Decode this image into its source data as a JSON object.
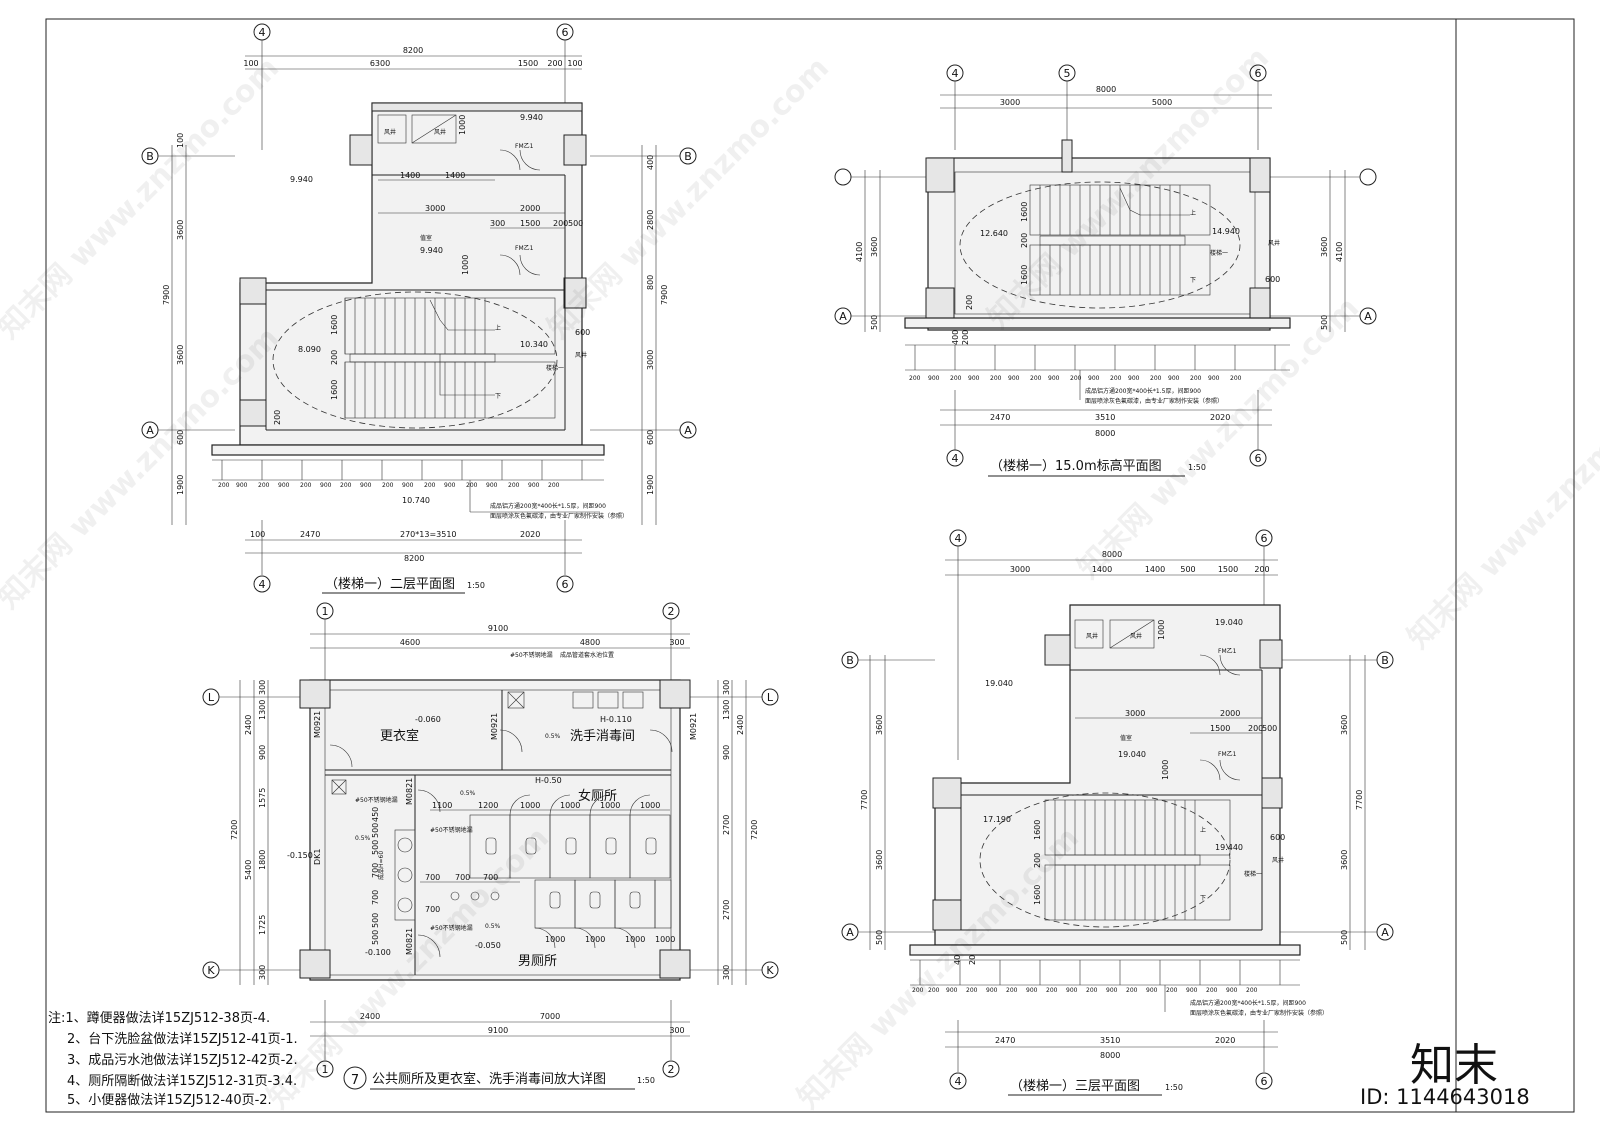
{
  "plan_second_floor": {
    "title": "（楼梯一）二层平面图",
    "scale": "1:50",
    "axes": {
      "top_left": "4",
      "top_right": "6",
      "side_upper": "B",
      "side_lower": "A"
    },
    "dims_top": [
      "8200",
      "100",
      "6300",
      "1500",
      "200",
      "100"
    ],
    "dims_bottom": [
      "100",
      "2470",
      "270*13=3510",
      "2020",
      "8200"
    ],
    "dims_side_left": [
      "100",
      "3600",
      "7900",
      "3600",
      "600",
      "1900"
    ],
    "dims_side_right": [
      "400",
      "2800",
      "800",
      "7900",
      "3000",
      "600",
      "1900"
    ],
    "inner_dims": [
      "1400",
      "1400",
      "3000",
      "2000",
      "300",
      "1500",
      "200",
      "500",
      "1000",
      "1000",
      "1600",
      "200",
      "1600",
      "600",
      "200"
    ],
    "elevations": [
      "9.940",
      "9.940",
      "9.940",
      "8.090",
      "10.340",
      "10.740"
    ],
    "room_labels": [
      "风井",
      "风井",
      "FM乙1",
      "FM乙1",
      "值室",
      "风井",
      "楼梯一",
      "上",
      "下"
    ],
    "rail_ticks": [
      "200",
      "900",
      "200",
      "900",
      "200",
      "900",
      "200",
      "900",
      "200",
      "900",
      "200",
      "900",
      "200",
      "900",
      "200",
      "900",
      "200"
    ],
    "rail_notes": [
      "成品铝方通200宽*400长*1.5厚，间距900",
      "面层喷涂灰色氟碳漆，由专业厂家制作安装（参照）"
    ]
  },
  "plan_15m": {
    "title": "（楼梯一）15.0m标高平面图",
    "scale": "1:50",
    "axes": {
      "top": [
        "4",
        "5",
        "6"
      ],
      "bottom": [
        "4",
        "6"
      ],
      "side": "A"
    },
    "dims_top": [
      "8000",
      "3000",
      "5000"
    ],
    "dims_bottom": [
      "2470",
      "3510",
      "2020",
      "8000"
    ],
    "dims_side": [
      "4100",
      "3600",
      "500"
    ],
    "elevations": [
      "12.640",
      "14.940"
    ],
    "room_labels": [
      "上",
      "下",
      "楼梯一",
      "风井"
    ],
    "inner_dims": [
      "1600",
      "200",
      "1600",
      "600",
      "200",
      "400",
      "200"
    ],
    "rail_ticks": [
      "200",
      "900",
      "200",
      "900",
      "200",
      "900",
      "200",
      "900",
      "200",
      "900",
      "200",
      "900",
      "200",
      "900",
      "200",
      "900",
      "200"
    ],
    "rail_notes": [
      "成品铝方通200宽*400长*1.5厚，间距900",
      "面层喷涂灰色氟碳漆，由专业厂家制作安装（参照）"
    ]
  },
  "plan_third_floor": {
    "title": "（楼梯一）三层平面图",
    "scale": "1:50",
    "axes": {
      "top_left": "4",
      "top_right": "6",
      "side_upper": "B",
      "side_lower": "A"
    },
    "dims_top": [
      "8000",
      "3000",
      "1400",
      "1400",
      "500",
      "1500",
      "200"
    ],
    "dims_bottom": [
      "2470",
      "3510",
      "2020",
      "8000"
    ],
    "dims_side": [
      "3600",
      "7700",
      "3600",
      "500"
    ],
    "elevations": [
      "19.040",
      "19.040",
      "19.040",
      "17.190",
      "19.440"
    ],
    "room_labels": [
      "风井",
      "风井",
      "FM乙1",
      "FM乙1",
      "值室",
      "风井",
      "楼梯一",
      "上",
      "下"
    ],
    "inner_dims": [
      "3000",
      "2000",
      "1500",
      "200",
      "500",
      "1000",
      "1000",
      "1600",
      "200",
      "1600",
      "600",
      "400",
      "200"
    ],
    "rail_ticks": [
      "200",
      "200",
      "900",
      "200",
      "900",
      "200",
      "900",
      "200",
      "900",
      "200",
      "900",
      "200",
      "900",
      "200",
      "900",
      "200",
      "900",
      "200"
    ],
    "rail_notes": [
      "成品铝方通200宽*400长*1.5厚，间距900",
      "面层喷涂灰色氟碳漆，由专业厂家制作安装（参照）"
    ]
  },
  "toilet_detail": {
    "title": "公共厕所及更衣室、洗手消毒间放大详图",
    "number": "7",
    "scale": "1:50",
    "axes": {
      "left": "1",
      "right": "2",
      "top": "L",
      "bottom": "K"
    },
    "dims_top": [
      "9100",
      "4600",
      "4800",
      "300"
    ],
    "dims_bottom": [
      "2400",
      "7000",
      "9100",
      "300"
    ],
    "dims_side_left": [
      "300",
      "1300",
      "2400",
      "900",
      "1575",
      "7200",
      "5400",
      "1800",
      "1725",
      "300"
    ],
    "dims_side_right": [
      "300",
      "1300",
      "2400",
      "900",
      "2700",
      "7200",
      "2700",
      "300"
    ],
    "rooms": [
      "更衣室",
      "洗手消毒间",
      "女厕所",
      "男厕所"
    ],
    "doors": [
      "M0921",
      "M0921",
      "M0921",
      "M0821",
      "M0821",
      "DK1"
    ],
    "levels": [
      "-0.060",
      "H-0.110",
      "H-0.50",
      "-0.150",
      "-0.100",
      "-0.050"
    ],
    "slopes": [
      "0.5%",
      "0.5%",
      "0.5%",
      "0.5%"
    ],
    "drains": [
      "#50不锈钢地漏",
      "#50不锈钢地漏",
      "#50不锈钢地漏",
      "#50不锈钢地漏"
    ],
    "top_note": "成品管道套水池位置",
    "pool_note": "成品H=60",
    "stall_dims": [
      "1100",
      "1200",
      "1000",
      "1000",
      "1000",
      "1000",
      "1000",
      "1000",
      "1000",
      "1000"
    ],
    "urinal_dims": [
      "700",
      "700",
      "700",
      "700",
      "500",
      "450",
      "500",
      "700",
      "700",
      "500",
      "500"
    ]
  },
  "notes": {
    "lines": [
      "注:1、蹲便器做法详15ZJ512-38页-4.",
      "2、台下洗脸盆做法详15ZJ512-41页-1.",
      "3、成品污水池做法详15ZJ512-42页-2.",
      "4、厕所隔断做法详15ZJ512-31页-3.4.",
      "5、小便器做法详15ZJ512-40页-2."
    ]
  },
  "watermark": {
    "repeat_text": "知末网 www.znzmo.com",
    "brand": "知末",
    "id": "ID: 1144643018"
  }
}
